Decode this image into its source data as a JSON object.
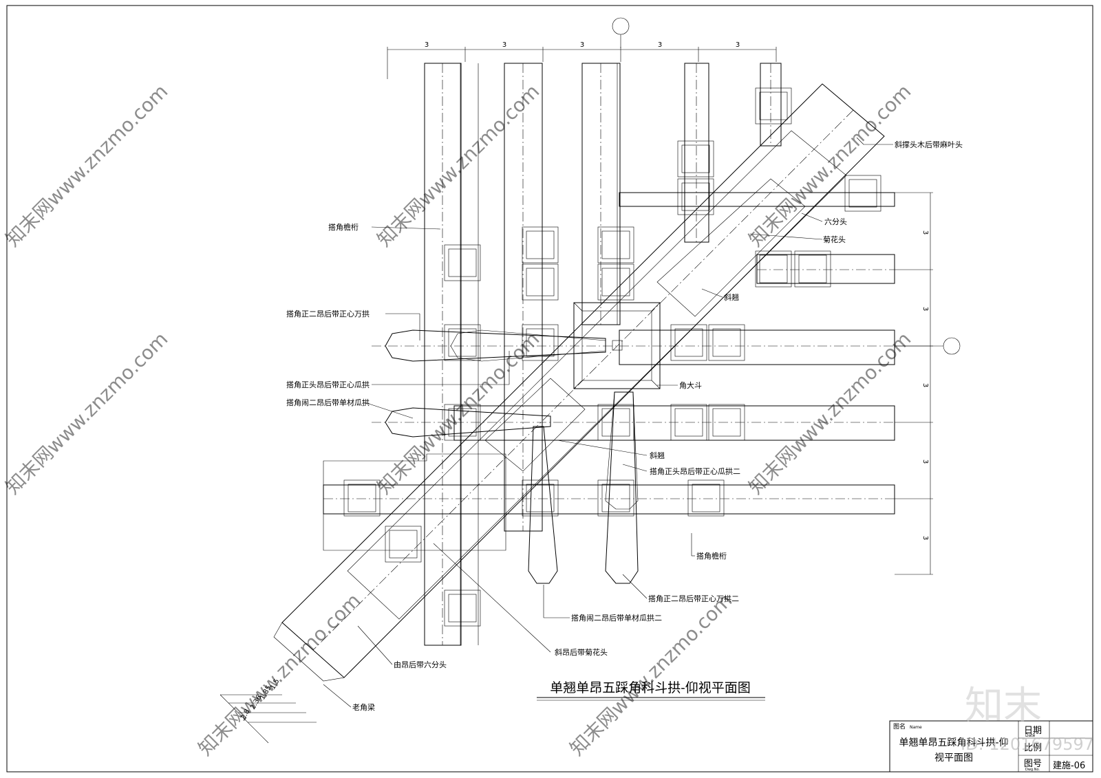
{
  "drawing": {
    "title": "单翘单昂五踩角科斗拱-仰视平面图",
    "labels": {
      "xiecheng": "斜撑头木后带麻叶头",
      "liufen_top": "六分头",
      "juhua": "菊花头",
      "xieqiao_top": "斜翘",
      "dajiao_yanheng_top": "搭角檐桁",
      "zheng_er_wan": "搭角正二昂后带正心万拱",
      "zheng_tou_gua": "搭角正头昂后带正心瓜拱",
      "chuang_er_gua": "搭角闹二昂后带单材瓜拱",
      "jiao_dadou": "角大斗",
      "xieqiao_mid": "斜翘",
      "zheng_tou_gua2": "搭角正头昂后带正心瓜拱二",
      "dajiao_yanheng_bottom": "搭角檐桁",
      "zheng_er_wan2": "搭角正二昂后带正心万拱二",
      "chuang_er_gua2": "搭角闹二昂后带单材瓜拱二",
      "xieang_juhua": "斜昂后带菊花头",
      "youang_liufen": "由昂后带六分头",
      "laojiaoliang": "老角梁"
    },
    "top_dims": [
      "3",
      "3",
      "3",
      "3",
      "3"
    ],
    "right_dims": [
      "3",
      "3",
      "3",
      "3",
      "3"
    ],
    "diag_dims": [
      "1.5",
      "1.85",
      "2.36",
      "2.8"
    ]
  },
  "title_block": {
    "name_label": "图名",
    "name_label_en": "Name",
    "name_line1": "单翘单昂五踩角科斗拱-仰",
    "name_line2": "视平面图",
    "date_label": "日期",
    "date_label_en": "Date",
    "scale_label": "比例",
    "number_label": "图号",
    "number_label_en": "Dwg.No.",
    "number_value": "建施-06"
  },
  "watermark": {
    "brand": "知末",
    "id": "ID: 1201679597",
    "tile": "知末网www.znzmo.com"
  }
}
